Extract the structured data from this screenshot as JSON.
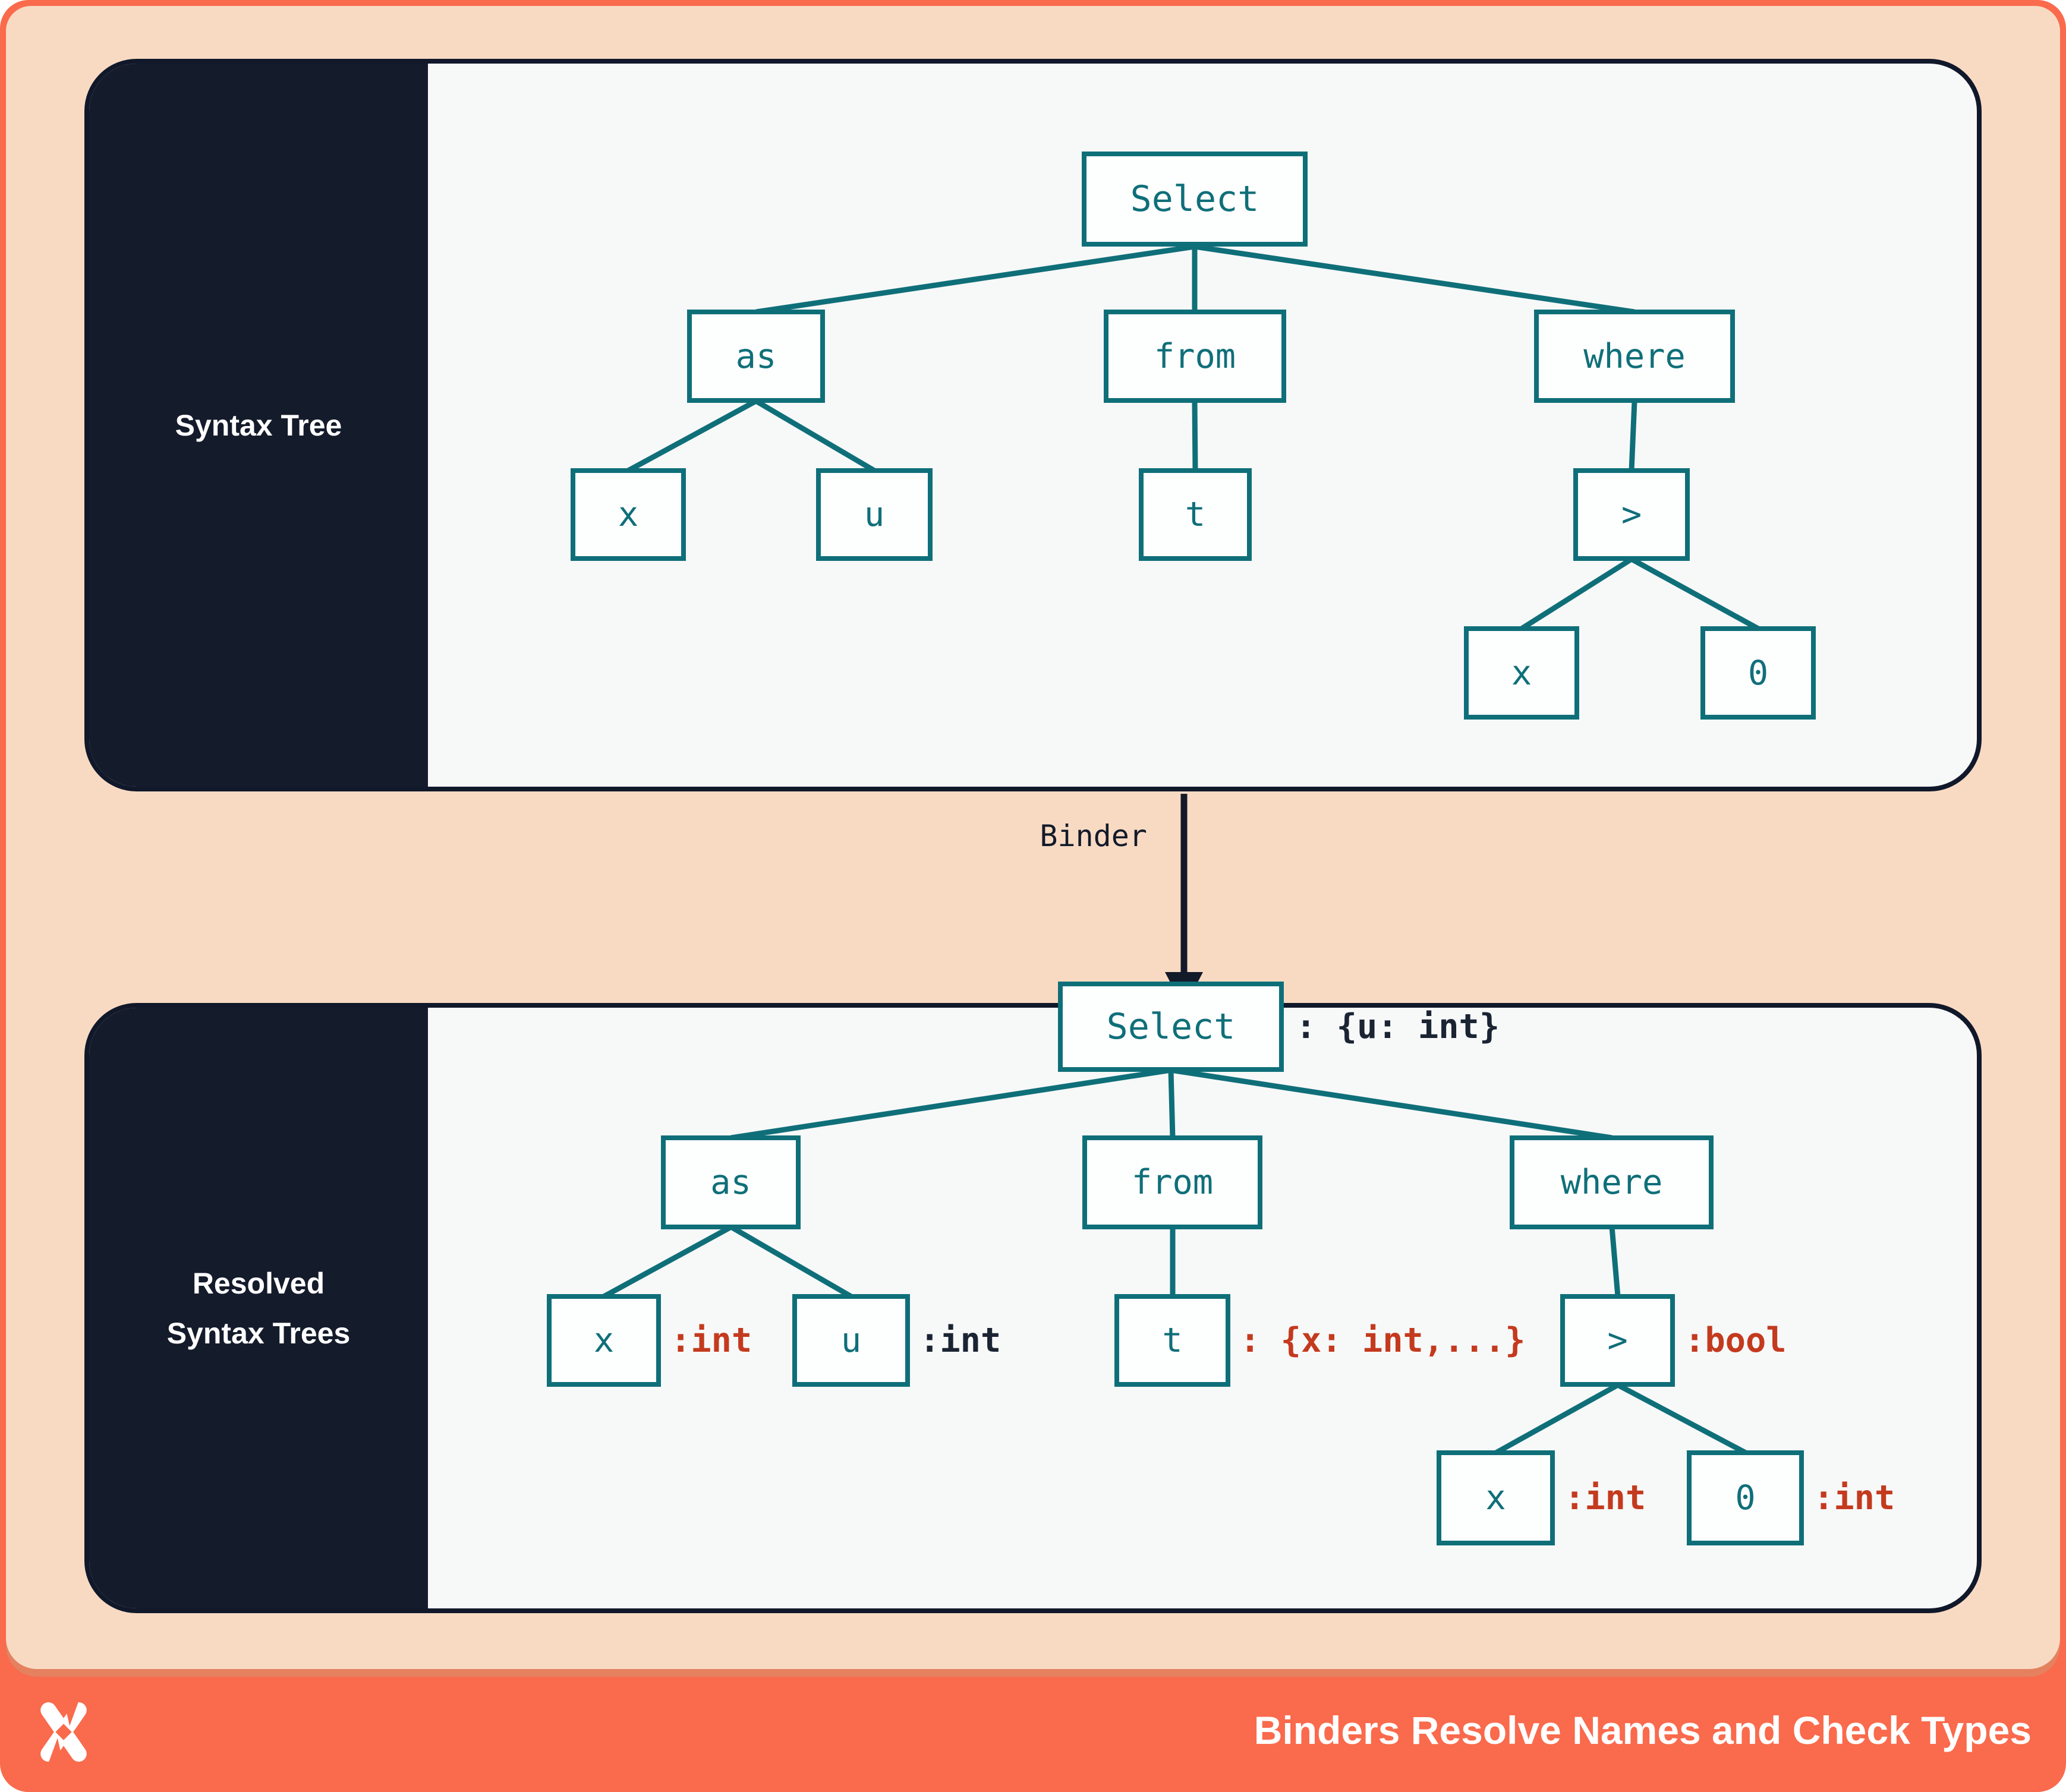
{
  "colors": {
    "frame_orange": "#FA6A4C",
    "footer_divider": "#E5815F",
    "peach": "#F8DAC3",
    "panel_navy": "#141B2B",
    "panel_bg": "#F7F8F8",
    "node_teal": "#0F6F79",
    "type_red": "#C43A1E",
    "type_ink": "#1A2433",
    "white": "#FFFFFF"
  },
  "syntax_panel": {
    "label": "Syntax Tree",
    "nodes": {
      "select": "Select",
      "as": "as",
      "from": "from",
      "where": "where",
      "x1": "x",
      "u1": "u",
      "t1": "t",
      "gt": ">",
      "x2": "x",
      "zero": "0"
    }
  },
  "binder": {
    "label": "Binder"
  },
  "resolved_panel": {
    "label_line1": "Resolved",
    "label_line2": "Syntax Trees",
    "nodes": {
      "select": "Select",
      "as": "as",
      "from": "from",
      "where": "where",
      "x1": "x",
      "u1": "u",
      "t1": "t",
      "gt": ">",
      "x2": "x",
      "zero": "0"
    },
    "types": {
      "select": ": {u: int}",
      "x1": ":int",
      "u1": ":int",
      "t1": ": {x: int,...}",
      "gt": ":bool",
      "x2": ":int",
      "zero": ":int"
    }
  },
  "footer": {
    "title": "Binders Resolve Names and Check Types",
    "logo": "dolt-x-logo"
  }
}
